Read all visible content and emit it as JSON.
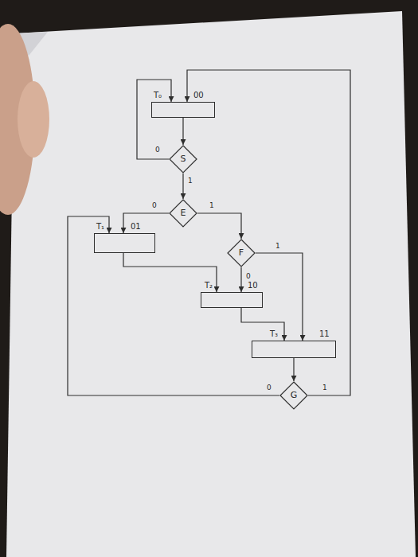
{
  "diagram": {
    "nodes": [
      {
        "text": [
          "T₀",
          "00"
        ]
      },
      {
        "text": [
          "S"
        ]
      },
      {
        "text": [
          "E"
        ]
      },
      {
        "text": [
          "T₁",
          "01"
        ]
      },
      {
        "text": [
          "F"
        ]
      },
      {
        "text": [
          "T₂",
          "10"
        ]
      },
      {
        "text": [
          "T₃",
          "11"
        ]
      },
      {
        "text": [
          "G"
        ]
      }
    ],
    "edges": [
      {
        "from": 0,
        "to": 1,
        "arrow": "to"
      },
      {
        "from": 1,
        "to": 0,
        "label": "0",
        "arrow": "to"
      },
      {
        "from": 1,
        "to": 2,
        "label": "1",
        "arrow": "to"
      },
      {
        "from": 2,
        "to": 3,
        "label": "0",
        "arrow": "to"
      },
      {
        "from": 2,
        "to": 4,
        "label": "1",
        "arrow": "to"
      },
      {
        "from": 4,
        "to": 5,
        "label": "0",
        "arrow": "to"
      },
      {
        "from": 4,
        "to": 6,
        "label": "1",
        "arrow": "to"
      },
      {
        "from": 3,
        "to": 5,
        "arrow": "to"
      },
      {
        "from": 5,
        "to": 6,
        "arrow": "to"
      },
      {
        "from": 6,
        "to": 7,
        "arrow": "to"
      },
      {
        "from": 7,
        "to": 3,
        "label": "0",
        "arrow": "to"
      },
      {
        "from": 7,
        "to": 0,
        "label": "1",
        "arrow": "to"
      }
    ]
  }
}
